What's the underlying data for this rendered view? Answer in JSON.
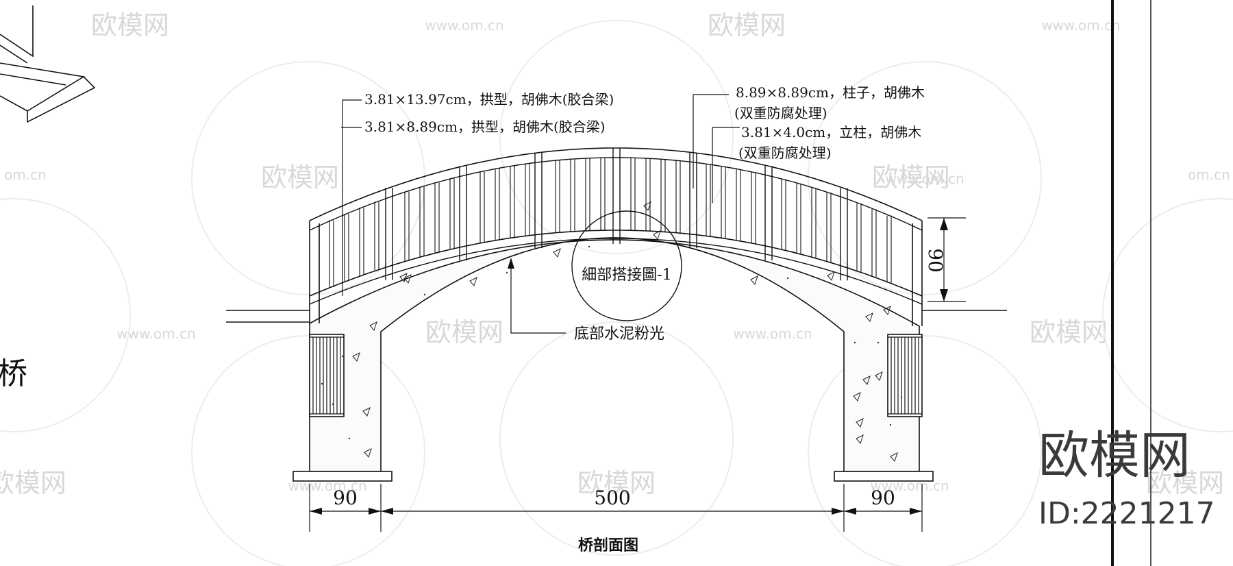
{
  "annotations": {
    "beam_outer": "3.81×13.97cm，拱型，胡佛木(胶合梁)",
    "beam_inner": "3.81×8.89cm，拱型，胡佛木(胶合梁)",
    "post_line1": "8.89×8.89cm，柱子，胡佛木",
    "post_line2": "(双重防腐处理)",
    "baluster_line1": "3.81×4.0cm，立柱，胡佛木",
    "baluster_line2": "(双重防腐处理)",
    "detail": "細部搭接圖-1",
    "underside": "底部水泥粉光"
  },
  "dimensions": {
    "left_width": "90",
    "span": "500",
    "right_width": "90",
    "rail_height": "90"
  },
  "caption": "桥剖面图",
  "left_title_fragment": "桥",
  "watermark": {
    "brand": "欧模网",
    "url": "www.om.cn",
    "url_partial": "om.cn",
    "id": "ID:2221217"
  }
}
